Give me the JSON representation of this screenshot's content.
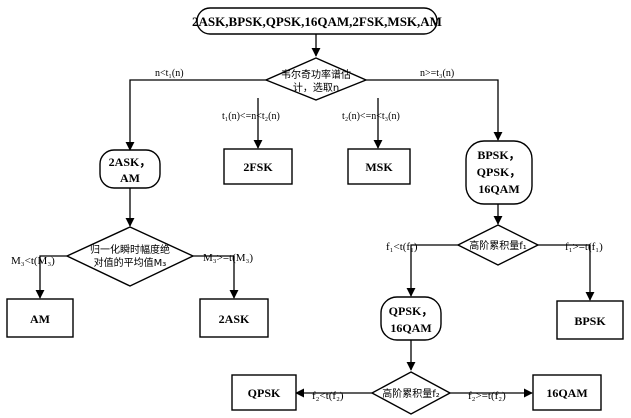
{
  "nodes": {
    "start": "2ASK,BPSK,QPSK,16QAM,2FSK,MSK,AM",
    "decision1": {
      "line1": "韦尔奇功率谱估",
      "line2": "计，选取n"
    },
    "ask_am": {
      "line1": "2ASK，",
      "line2": "AM"
    },
    "fsk2": "2FSK",
    "msk": "MSK",
    "bpsk_qpsk_qam": {
      "line1": "BPSK，",
      "line2": "QPSK，",
      "line3": "16QAM"
    },
    "decision2": {
      "line1": "归一化瞬时幅度绝",
      "line2": "对值的平均值M₃"
    },
    "am": "AM",
    "ask2": "2ASK",
    "decision3": "高阶累积量f₁",
    "qpsk_qam": {
      "line1": "QPSK，",
      "line2": "16QAM"
    },
    "bpsk": "BPSK",
    "decision4": "高阶累积量f₂",
    "qpsk": "QPSK",
    "qam16": "16QAM"
  },
  "edges": {
    "n_lt_t1": "n<t₁(n)",
    "t1_le_n_lt_t2": "t₁(n)<=n<t₂(n)",
    "t2_le_n_lt_t3": "t₂(n)<=n<t₃(n)",
    "n_ge_t3": "n>=t₃(n)",
    "m3_lt": "M₃<t(M₃)",
    "m3_ge": "M₃>=t(M₃)",
    "f1_lt": "f₁<t(f₁)",
    "f1_ge": "f₁>=t(f₁)",
    "f2_lt": "f₂<t(f₂)",
    "f2_ge": "f₂>=t(f₂)"
  }
}
